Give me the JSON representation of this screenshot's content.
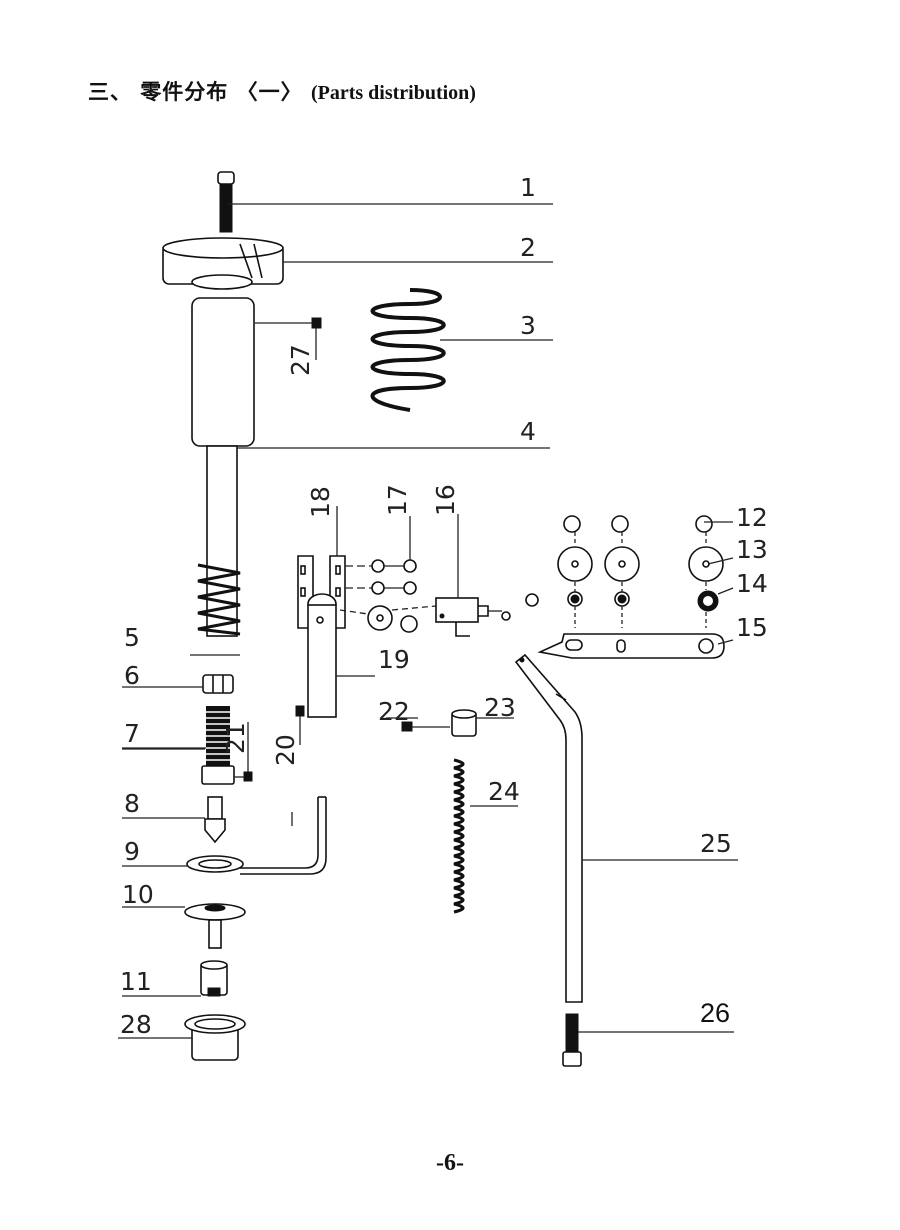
{
  "header": {
    "title_cn": "三、 零件分布 〈一〉",
    "title_en": "(Parts distribution)"
  },
  "labels": {
    "p1": "1",
    "p2": "2",
    "p3": "3",
    "p4": "4",
    "p5": "5",
    "p6": "6",
    "p7": "7",
    "p8": "8",
    "p9": "9",
    "p10": "10",
    "p11": "11",
    "p12": "12",
    "p13": "13",
    "p14": "14",
    "p15": "15",
    "p16": "16",
    "p17": "17",
    "p18": "18",
    "p19": "19",
    "p20": "20",
    "p21": "21",
    "p22": "22",
    "p23": "23",
    "p24": "24",
    "p25": "25",
    "p26": "26",
    "p27": "27",
    "p28": "28"
  },
  "footer": {
    "page_number": "-6-"
  }
}
